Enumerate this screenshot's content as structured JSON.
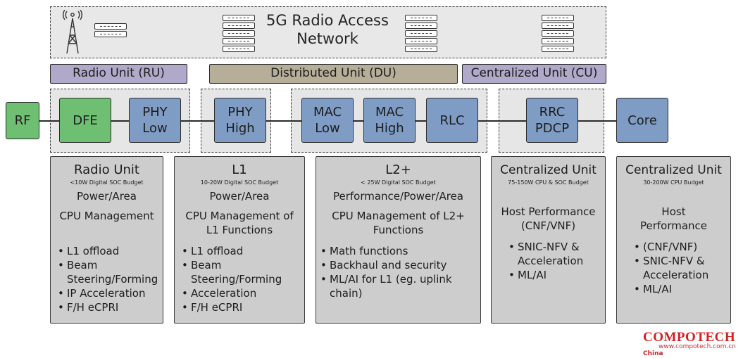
{
  "ran": {
    "title_line1": "5G Radio Access",
    "title_line2": "Network"
  },
  "bands": {
    "ru": "Radio Unit (RU)",
    "du": "Distributed Unit (DU)",
    "cu": "Centralized Unit (CU)"
  },
  "nodes": {
    "rf": "RF",
    "dfe": "DFE",
    "phy_low": [
      "PHY",
      "Low"
    ],
    "phy_high": [
      "PHY",
      "High"
    ],
    "mac_low": [
      "MAC",
      "Low"
    ],
    "mac_high": [
      "MAC",
      "High"
    ],
    "rlc": "RLC",
    "rrc_pdcp": [
      "RRC",
      "PDCP"
    ],
    "core": "Core"
  },
  "cards": [
    {
      "title": "Radio Unit",
      "budget": "<10W Digital SOC Budget",
      "paras": [
        "Power/Area",
        "CPU Management"
      ],
      "bullets": [
        "L1 offload",
        "Beam Steering/Forming",
        "IP Acceleration",
        "F/H eCPRI"
      ]
    },
    {
      "title": "L1",
      "budget": "10-20W Digital SOC Budget",
      "paras": [
        "Power/Area",
        "CPU Management of L1 Functions"
      ],
      "bullets": [
        "L1 offload",
        "Beam Steering/Forming",
        "Acceleration",
        "F/H eCPRI"
      ]
    },
    {
      "title": "L2+",
      "budget": "< 25W Digital SOC Budget",
      "paras": [
        "Performance/Power/Area",
        "CPU Management of L2+ Functions"
      ],
      "bullets": [
        "Math functions",
        "Backhaul and security",
        "ML/AI for L1 (eg. uplink chain)"
      ]
    },
    {
      "title": "Centralized Unit",
      "budget": "75-150W CPU & SOC Budget",
      "paras": [
        "Host Performance (CNF/VNF)"
      ],
      "bullets": [
        "SNIC-NFV & Acceleration",
        "ML/AI"
      ]
    },
    {
      "title": "Centralized Unit",
      "budget": "30-200W CPU Budget",
      "paras": [
        "Host Performance"
      ],
      "bullets": [
        "(CNF/VNF)",
        "SNIC-NFV & Acceleration",
        "ML/AI"
      ]
    }
  ],
  "watermark": {
    "brand": "COMPOTECH",
    "sub": "China",
    "url": "www.compotech.com.cn"
  },
  "colors": {
    "green": "#6fbf73",
    "blue": "#7f9cc5",
    "purple": "#b1a9c9",
    "tan": "#b6ae98",
    "card": "#cdcdcd",
    "brand": "#d42020"
  }
}
